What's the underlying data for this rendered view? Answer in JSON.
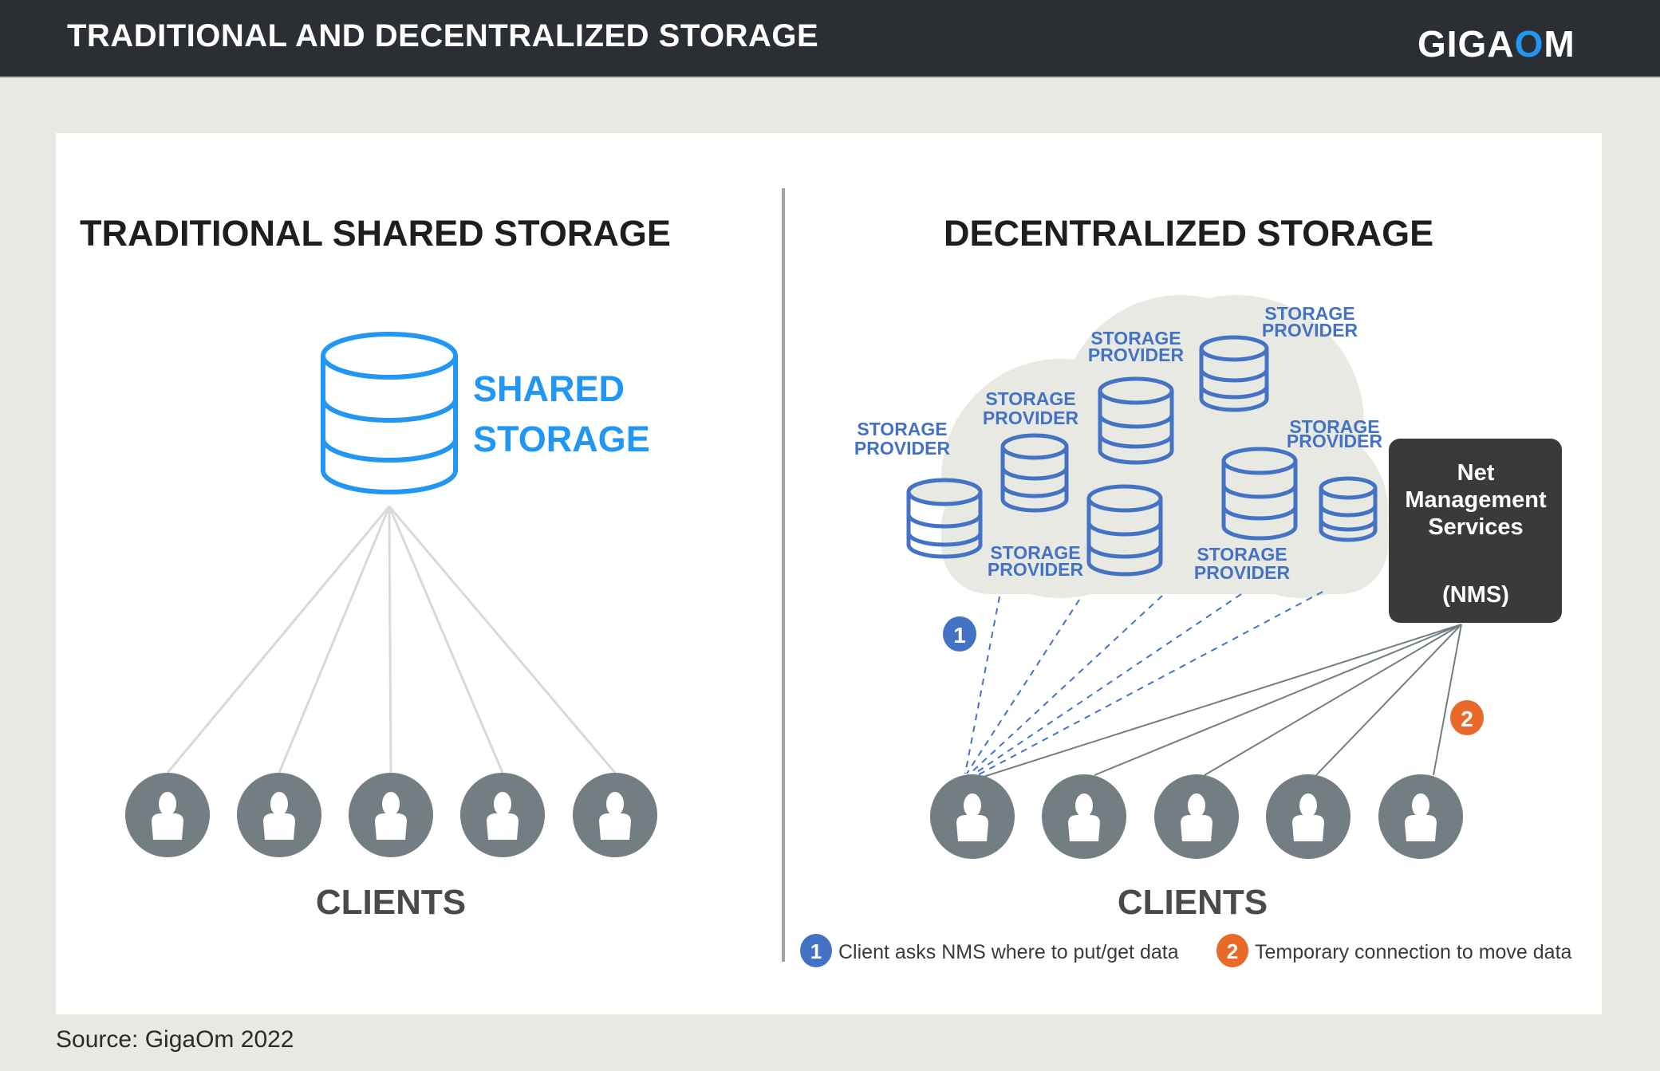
{
  "header": {
    "title": "TRADITIONAL AND DECENTRALIZED STORAGE",
    "logo_prefix": "GIGA",
    "logo_o": "O",
    "logo_suffix": "M"
  },
  "colors": {
    "header_bg": "#2B2E33",
    "page_bg": "#E9E9E4",
    "shared_storage_blue": "#2196F3",
    "provider_blue": "#4472C4",
    "client_gray": "#737E83",
    "nms_bg": "#3A3A3A",
    "step1_blue": "#4472C4",
    "step2_orange": "#E8692A"
  },
  "traditional": {
    "title": "TRADITIONAL SHARED STORAGE",
    "storage_label_line1": "SHARED",
    "storage_label_line2": "STORAGE",
    "clients_label": "CLIENTS",
    "client_count": 5
  },
  "decentralized": {
    "title": "DECENTRALIZED STORAGE",
    "providers": [
      {
        "label_line1": "STORAGE",
        "label_line2": "PROVIDER"
      },
      {
        "label_line1": "STORAGE",
        "label_line2": "PROVIDER"
      },
      {
        "label_line1": "STORAGE",
        "label_line2": "PROVIDER"
      },
      {
        "label_line1": "STORAGE",
        "label_line2": "PROVIDER"
      },
      {
        "label_line1": "STORAGE",
        "label_line2": "PROVIDER"
      },
      {
        "label_line1": "STORAGE",
        "label_line2": "PROVIDER"
      },
      {
        "label_line1": "STORAGE",
        "label_line2": "PROVIDER"
      }
    ],
    "nms": {
      "line1": "Net",
      "line2": "Management",
      "line3": "Services",
      "line4": "(NMS)"
    },
    "step1_badge": "1",
    "step2_badge": "2",
    "clients_label": "CLIENTS",
    "client_count": 5
  },
  "legend": [
    {
      "number": "1",
      "text": "Client asks NMS where to put/get data"
    },
    {
      "number": "2",
      "text": "Temporary connection to move data"
    }
  ],
  "source": "Source: GigaOm 2022"
}
